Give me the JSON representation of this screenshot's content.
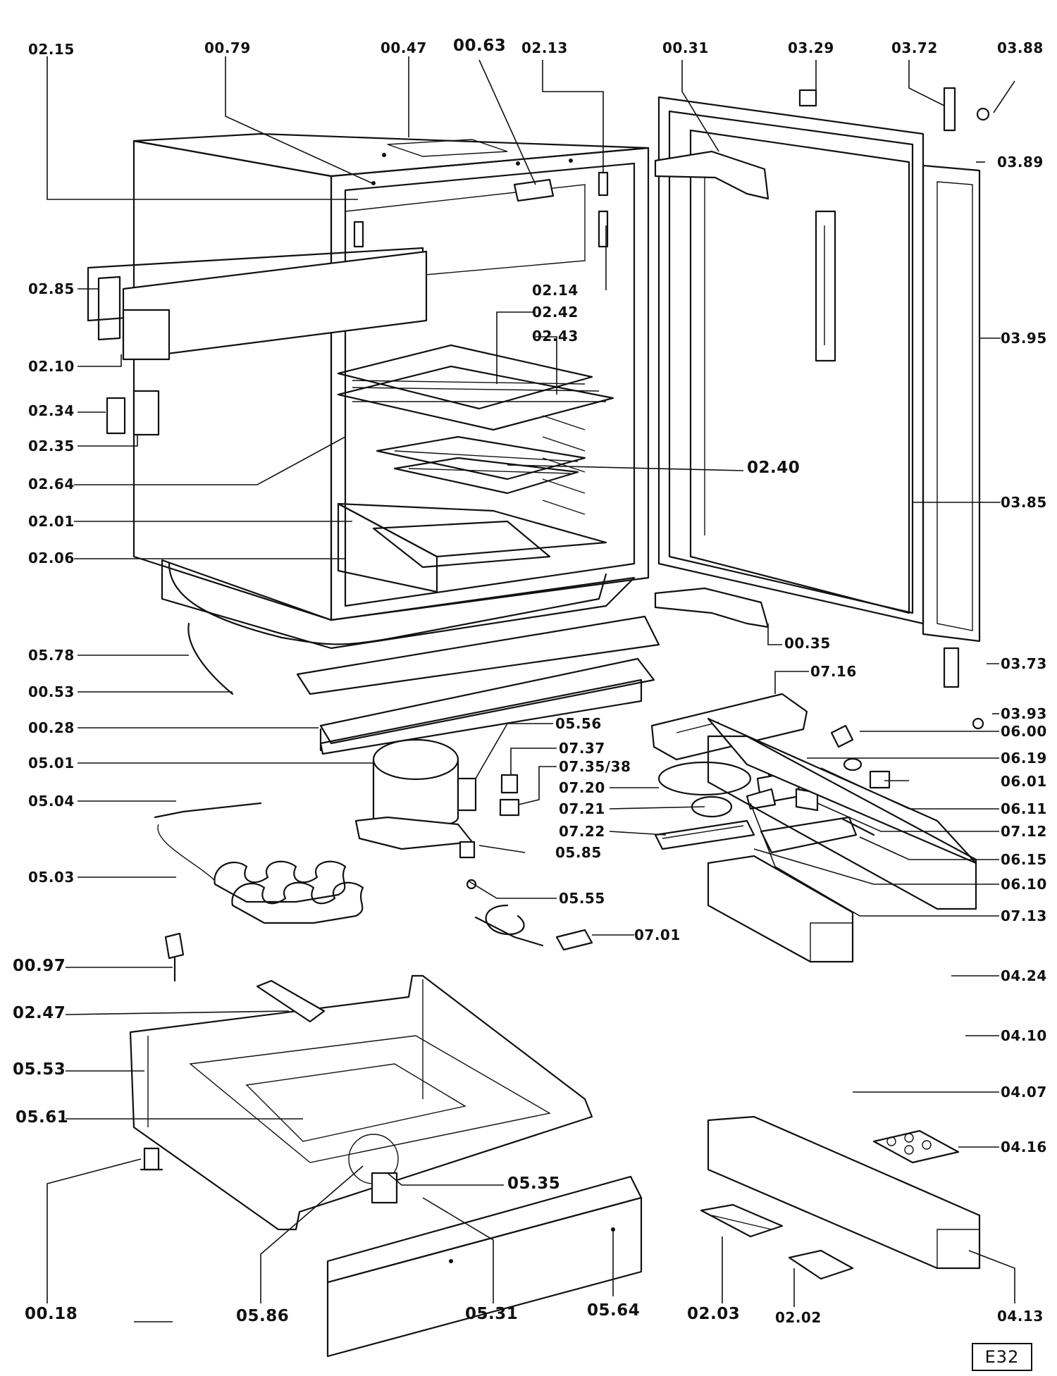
{
  "sheet_id": "E32",
  "callouts": [
    {
      "id": "02.15",
      "text": "02.15"
    },
    {
      "id": "00.79",
      "text": "00.79"
    },
    {
      "id": "00.47",
      "text": "00.47"
    },
    {
      "id": "00.63",
      "text": "00.63"
    },
    {
      "id": "02.13",
      "text": "02.13"
    },
    {
      "id": "00.31",
      "text": "00.31"
    },
    {
      "id": "03.29",
      "text": "03.29"
    },
    {
      "id": "03.72",
      "text": "03.72"
    },
    {
      "id": "03.88",
      "text": "03.88"
    },
    {
      "id": "03.89",
      "text": "03.89"
    },
    {
      "id": "02.85",
      "text": "02.85"
    },
    {
      "id": "02.14",
      "text": "02.14"
    },
    {
      "id": "02.42",
      "text": "02.42"
    },
    {
      "id": "02.43",
      "text": "02.43"
    },
    {
      "id": "03.95",
      "text": "03.95"
    },
    {
      "id": "02.10",
      "text": "02.10"
    },
    {
      "id": "02.34",
      "text": "02.34"
    },
    {
      "id": "02.35",
      "text": "02.35"
    },
    {
      "id": "02.40",
      "text": "02.40"
    },
    {
      "id": "02.64",
      "text": "02.64"
    },
    {
      "id": "03.85",
      "text": "03.85"
    },
    {
      "id": "02.01",
      "text": "02.01"
    },
    {
      "id": "02.06",
      "text": "02.06"
    },
    {
      "id": "00.35",
      "text": "00.35"
    },
    {
      "id": "05.78",
      "text": "05.78"
    },
    {
      "id": "03.73",
      "text": "03.73"
    },
    {
      "id": "07.16",
      "text": "07.16"
    },
    {
      "id": "00.53",
      "text": "00.53"
    },
    {
      "id": "03.93",
      "text": "03.93"
    },
    {
      "id": "00.28",
      "text": "00.28"
    },
    {
      "id": "05.56",
      "text": "05.56"
    },
    {
      "id": "06.00",
      "text": "06.00"
    },
    {
      "id": "07.37",
      "text": "07.37"
    },
    {
      "id": "05.01",
      "text": "05.01"
    },
    {
      "id": "07.35/38",
      "text": "07.35/38"
    },
    {
      "id": "06.19",
      "text": "06.19"
    },
    {
      "id": "07.20",
      "text": "07.20"
    },
    {
      "id": "06.01",
      "text": "06.01"
    },
    {
      "id": "05.04",
      "text": "05.04"
    },
    {
      "id": "07.21",
      "text": "07.21"
    },
    {
      "id": "06.11",
      "text": "06.11"
    },
    {
      "id": "07.22",
      "text": "07.22"
    },
    {
      "id": "07.12",
      "text": "07.12"
    },
    {
      "id": "05.85",
      "text": "05.85"
    },
    {
      "id": "06.15",
      "text": "06.15"
    },
    {
      "id": "05.03",
      "text": "05.03"
    },
    {
      "id": "06.10",
      "text": "06.10"
    },
    {
      "id": "05.55",
      "text": "05.55"
    },
    {
      "id": "07.13",
      "text": "07.13"
    },
    {
      "id": "07.01",
      "text": "07.01"
    },
    {
      "id": "00.97",
      "text": "00.97"
    },
    {
      "id": "04.24",
      "text": "04.24"
    },
    {
      "id": "02.47",
      "text": "02.47"
    },
    {
      "id": "04.10",
      "text": "04.10"
    },
    {
      "id": "05.53",
      "text": "05.53"
    },
    {
      "id": "04.07",
      "text": "04.07"
    },
    {
      "id": "05.61",
      "text": "05.61"
    },
    {
      "id": "04.16",
      "text": "04.16"
    },
    {
      "id": "05.35",
      "text": "05.35"
    },
    {
      "id": "00.18",
      "text": "00.18"
    },
    {
      "id": "05.86",
      "text": "05.86"
    },
    {
      "id": "05.31",
      "text": "05.31"
    },
    {
      "id": "05.64",
      "text": "05.64"
    },
    {
      "id": "02.03",
      "text": "02.03"
    },
    {
      "id": "02.02",
      "text": "02.02"
    },
    {
      "id": "04.13",
      "text": "04.13"
    }
  ]
}
